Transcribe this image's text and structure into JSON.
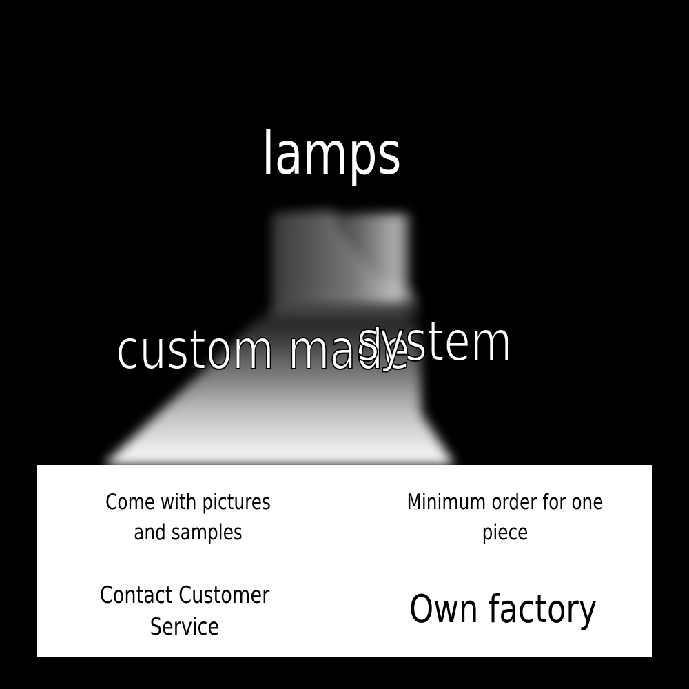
{
  "background_color": "#000000",
  "text_color": "#ffffff",
  "panel_color": "#ffffff",
  "panel_text_color": "#000000",
  "headlines": {
    "lamps": "lamps",
    "custom_made": "custom made",
    "system": "system"
  },
  "panel": {
    "pictures_samples": "Come with pictures and samples",
    "minimum_order": "Minimum order for one piece",
    "contact_service": "Contact Customer Service",
    "own_factory": "Own factory"
  }
}
